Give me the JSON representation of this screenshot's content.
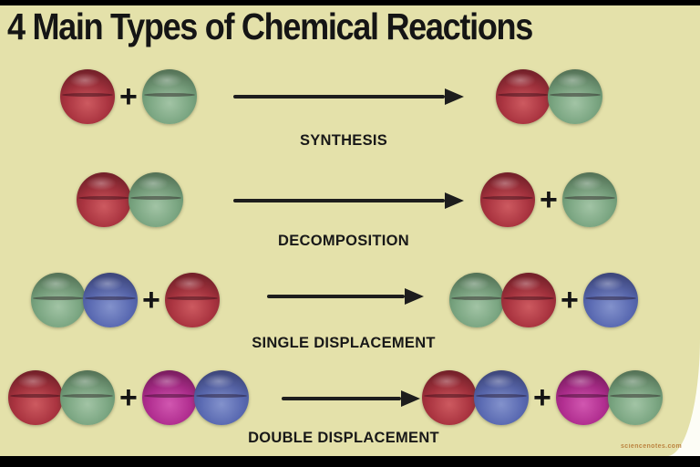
{
  "title": "4 Main Types of Chemical Reactions",
  "background": "#e4e1aa",
  "glyphs": {
    "plus": "+"
  },
  "colors": {
    "red": {
      "base": "#aa3440",
      "light": "#cd5a60",
      "dark": "#701d26"
    },
    "green": {
      "base": "#7ba682",
      "light": "#a2c4a5",
      "dark": "#527c59"
    },
    "blue": {
      "base": "#5a6ab2",
      "light": "#8392cc",
      "dark": "#384784"
    },
    "magenta": {
      "base": "#b12e90",
      "light": "#d157b0",
      "dark": "#7c1a62"
    }
  },
  "reactions": [
    {
      "label": "SYNTHESIS",
      "reactants": [
        [
          "red"
        ],
        [
          "green"
        ]
      ],
      "products": [
        [
          "red",
          "green"
        ]
      ]
    },
    {
      "label": "DECOMPOSITION",
      "reactants": [
        [
          "red",
          "green"
        ]
      ],
      "products": [
        [
          "red"
        ],
        [
          "green"
        ]
      ]
    },
    {
      "label": "SINGLE DISPLACEMENT",
      "reactants": [
        [
          "green",
          "blue"
        ],
        [
          "red"
        ]
      ],
      "products": [
        [
          "green",
          "red"
        ],
        [
          "blue"
        ]
      ]
    },
    {
      "label": "DOUBLE DISPLACEMENT",
      "reactants": [
        [
          "red",
          "green"
        ],
        [
          "magenta",
          "blue"
        ]
      ],
      "products": [
        [
          "red",
          "blue"
        ],
        [
          "magenta",
          "green"
        ]
      ]
    }
  ],
  "watermark": "sciencenotes.com"
}
